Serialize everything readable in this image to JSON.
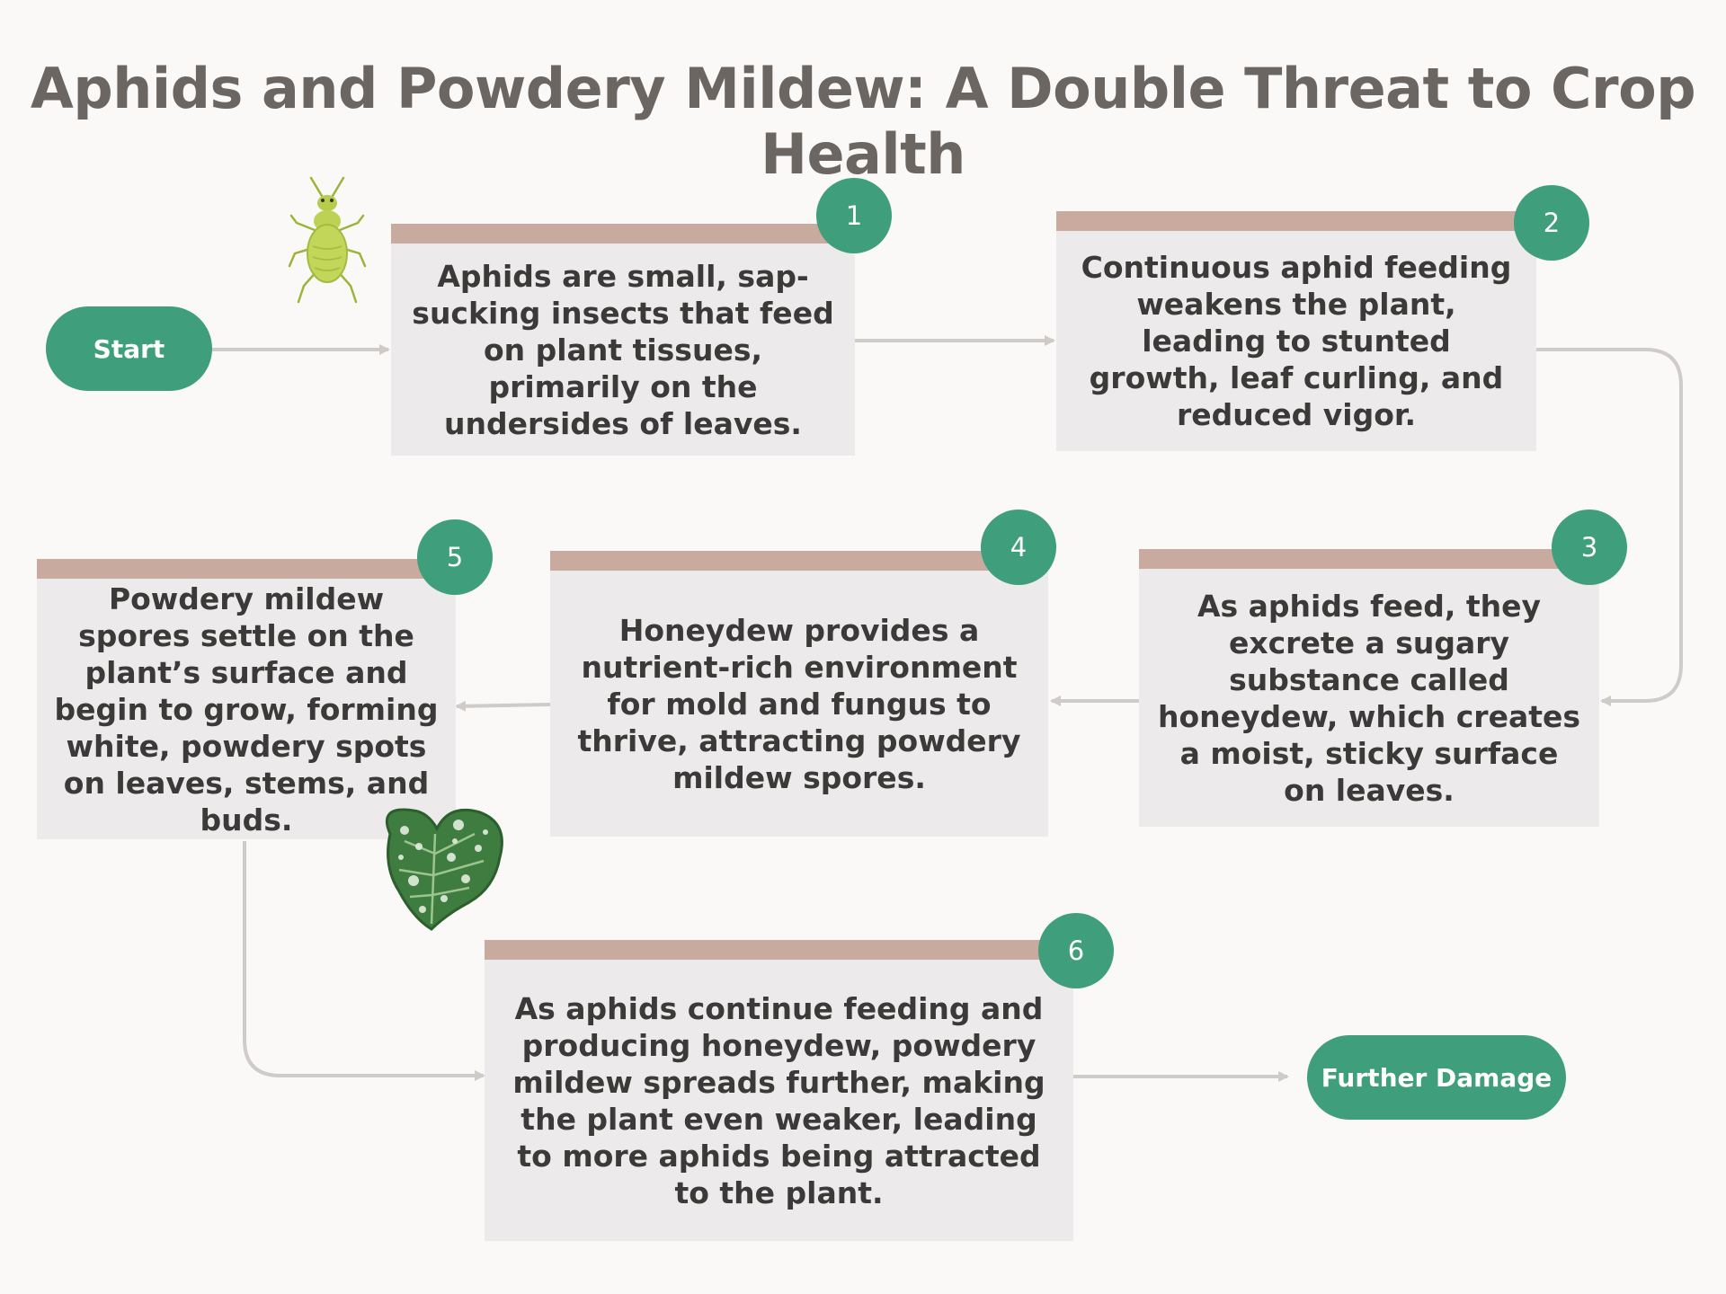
{
  "title": "Aphids and Powdery Mildew: A Double Threat to Crop Health",
  "start_label": "Start",
  "end_label": "Further Damage",
  "steps": [
    {
      "number": "1",
      "text": "Aphids are small, sap-sucking insects that feed on plant tissues, primarily on the undersides of leaves."
    },
    {
      "number": "2",
      "text": "Continuous aphid feeding weakens the plant, leading to stunted growth, leaf curling, and reduced vigor."
    },
    {
      "number": "3",
      "text": "As aphids feed, they excrete a sugary substance called honeydew, which creates a moist, sticky surface on leaves."
    },
    {
      "number": "4",
      "text": "Honeydew provides a nutrient-rich environment for mold and fungus to thrive, attracting powdery mildew spores."
    },
    {
      "number": "5",
      "text": "Powdery mildew spores settle on the plant’s surface and begin to grow, forming white, powdery spots on leaves, stems, and buds."
    },
    {
      "number": "6",
      "text": "As aphids continue feeding and producing honeydew, powdery mildew spreads further, making the plant even weaker, leading to more aphids being attracted to the plant."
    }
  ],
  "icons": {
    "insect": "aphid-icon",
    "leaf": "mildew-leaf-icon"
  },
  "colors": {
    "accent": "#3f9e7c",
    "card": "#eceaeb",
    "card_bar": "#c9aa9f",
    "title": "#6b6662",
    "connector": "#cfcbc9"
  }
}
